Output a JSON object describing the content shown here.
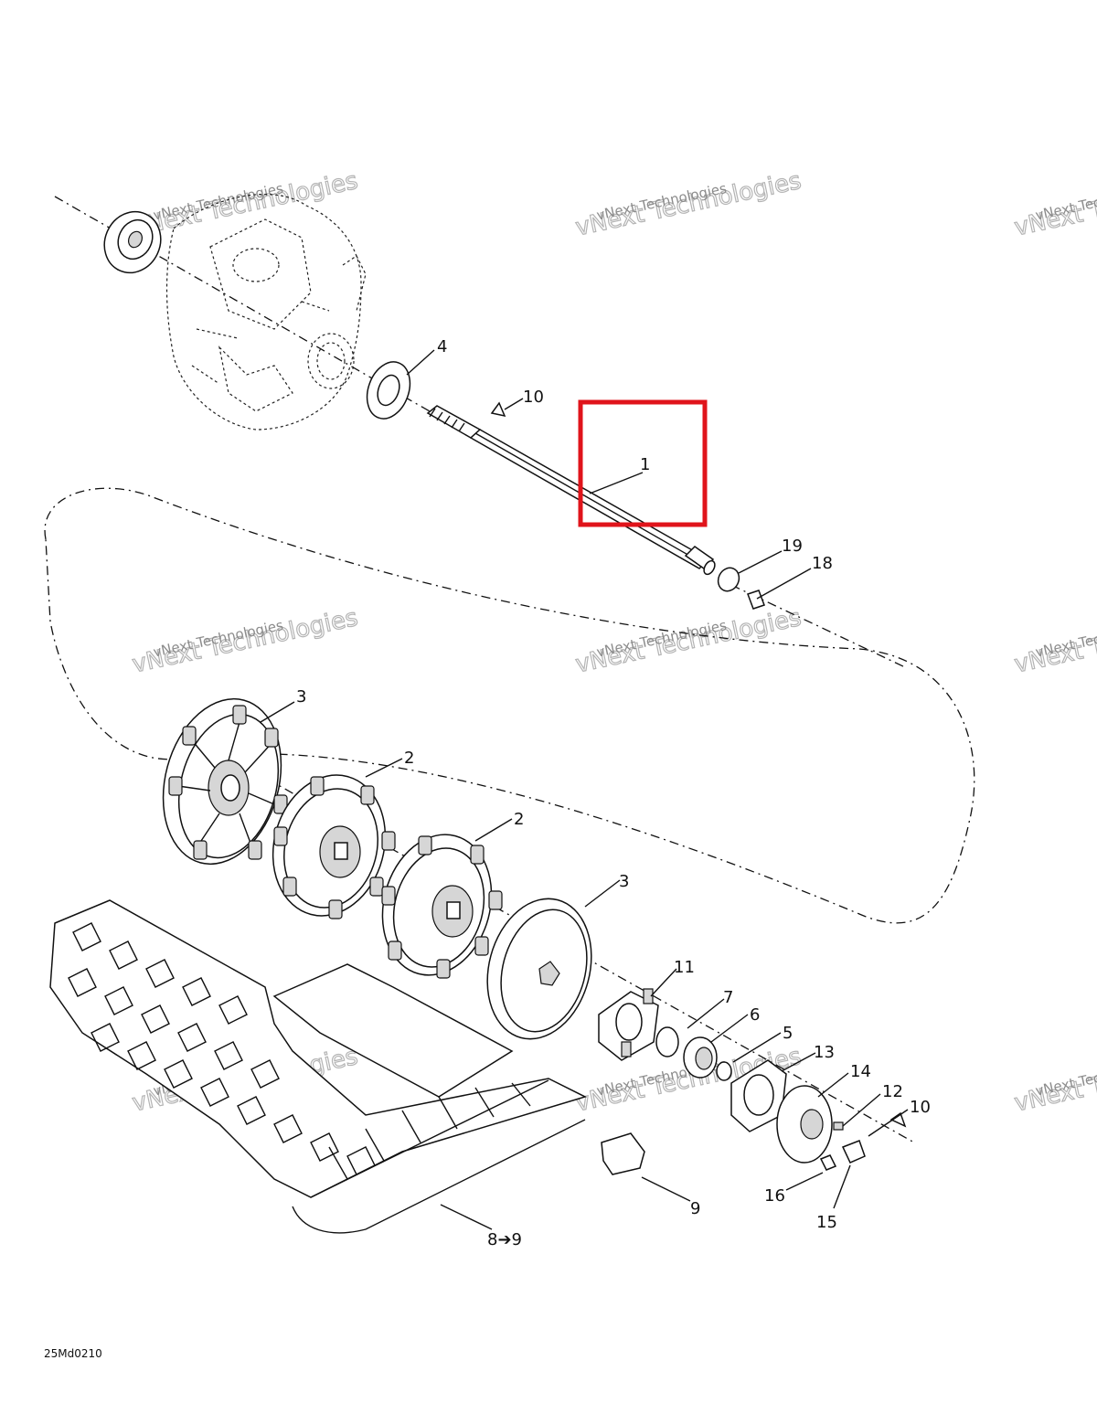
{
  "callouts": [
    "1",
    "2",
    "2",
    "3",
    "3",
    "4",
    "5",
    "6",
    "7",
    "8➔9",
    "9",
    "10",
    "10",
    "11",
    "12",
    "13",
    "14",
    "15",
    "16",
    "18",
    "19"
  ],
  "watermark": {
    "line1": "vNext Technologies",
    "line2": "vNext Technologies"
  },
  "diagram_code": "25Md0210",
  "highlight": {
    "label": "1",
    "color": "#e0141b"
  }
}
